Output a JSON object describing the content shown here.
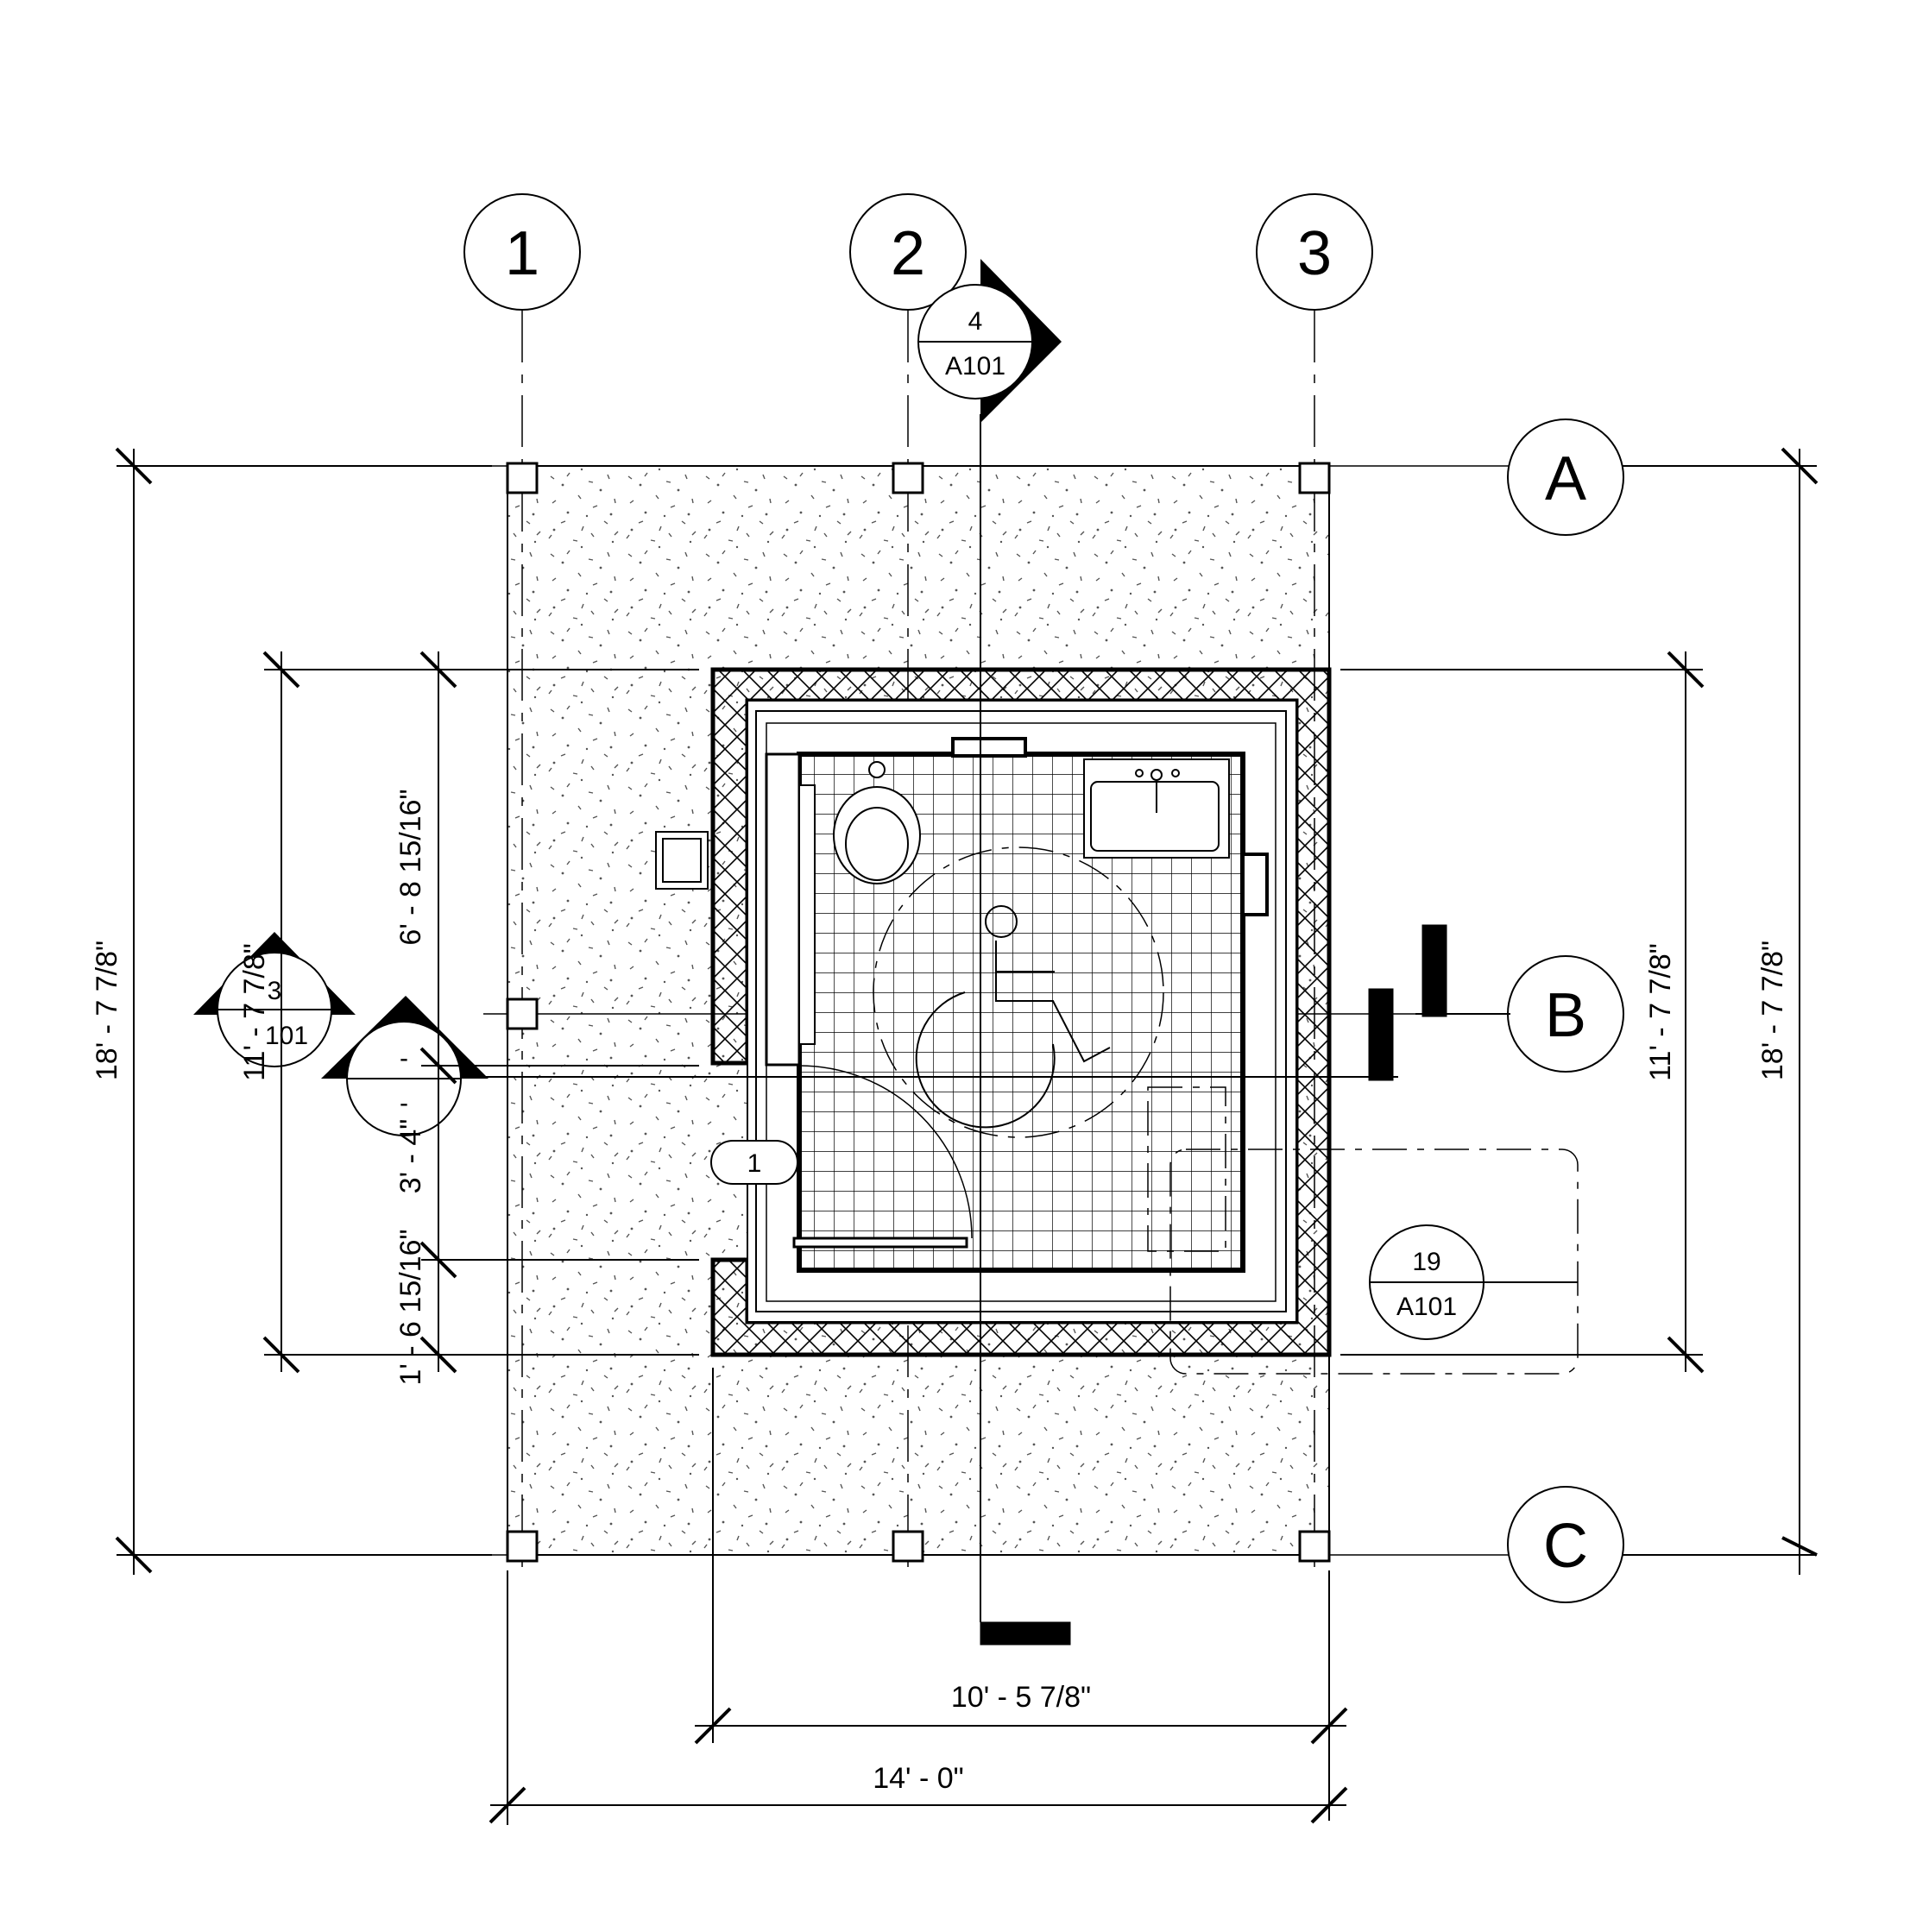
{
  "grid": {
    "columns": [
      "1",
      "2",
      "3"
    ],
    "rows": [
      "A",
      "B",
      "C"
    ]
  },
  "dimensions": {
    "overall_width": "14' - 0\"",
    "interior_width": "10' - 5 7/8\"",
    "overall_height_left": "18' - 7 7/8\"",
    "overall_height_right": "18' - 7 7/8\"",
    "room_height_left": "11' - 7 7/8\"",
    "room_height_right": "11' - 7 7/8\"",
    "segment_top": "6' - 8 15/16\"",
    "segment_door": "3' - 4\"",
    "segment_bottom": "1' - 6 15/16\""
  },
  "tags": {
    "section_top": {
      "number": "4",
      "sheet": "A101"
    },
    "section_left": {
      "number": "3",
      "sheet": "101"
    },
    "section_left2": {
      "number": "-",
      "sheet": "-"
    },
    "detail_callout": {
      "number": "19",
      "sheet": "A101"
    },
    "door_tag": "1"
  },
  "colors": {
    "line": "#000000",
    "background": "#ffffff",
    "hatch": "#555555"
  }
}
